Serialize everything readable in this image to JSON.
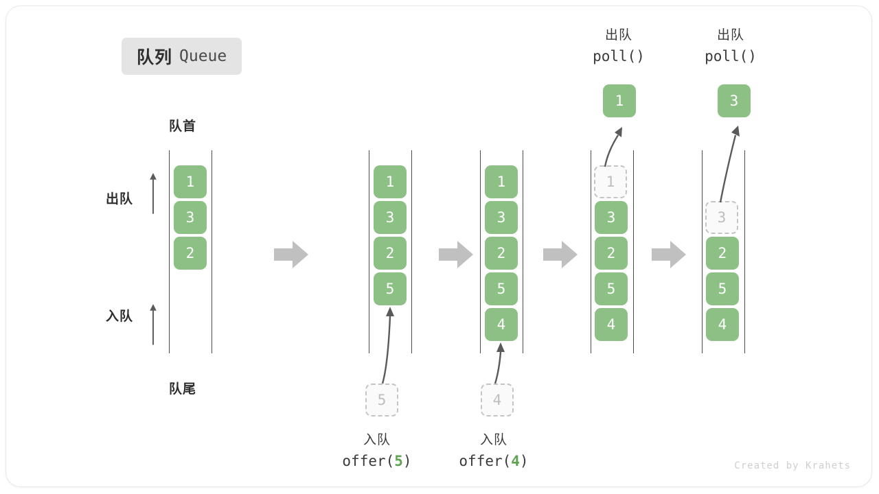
{
  "title": {
    "cn": "队列",
    "en": "Queue"
  },
  "labels": {
    "head": "队首",
    "tail": "队尾",
    "dequeue_side": "出队",
    "enqueue_side": "入队"
  },
  "watermark": "Created by Krahets",
  "colors": {
    "cell_fill": "#8cc084",
    "cell_text": "#ffffff",
    "ghost_fill": "#fafafa",
    "ghost_border": "#c4c4c4",
    "ghost_text": "#bdbdbd",
    "rail": "#4a4a4a",
    "block_arrow": "#c0c0c0",
    "motion_arrow": "#5a5a5a",
    "badge_bg": "#e4e4e4",
    "text_dark": "#2e2e2e",
    "accent_green": "#5fa351"
  },
  "operations": [
    {
      "id": "offer-5",
      "position": "bottom",
      "cn": "入队",
      "fn_prefix": "offer(",
      "fn_arg": "5",
      "fn_suffix": ")"
    },
    {
      "id": "offer-4",
      "position": "bottom",
      "cn": "入队",
      "fn_prefix": "offer(",
      "fn_arg": "4",
      "fn_suffix": ")"
    },
    {
      "id": "poll-1",
      "position": "top",
      "cn": "出队",
      "fn_prefix": "poll(",
      "fn_arg": "",
      "fn_suffix": ")"
    },
    {
      "id": "poll-3",
      "position": "top",
      "cn": "出队",
      "fn_prefix": "poll(",
      "fn_arg": "",
      "fn_suffix": ")"
    }
  ],
  "states": [
    {
      "id": "state-initial",
      "cells": [
        {
          "value": "1",
          "ghost": false
        },
        {
          "value": "3",
          "ghost": false
        },
        {
          "value": "2",
          "ghost": false
        }
      ],
      "floating": null,
      "pending": null
    },
    {
      "id": "state-after-offer-5",
      "cells": [
        {
          "value": "1",
          "ghost": false
        },
        {
          "value": "3",
          "ghost": false
        },
        {
          "value": "2",
          "ghost": false
        },
        {
          "value": "5",
          "ghost": false
        }
      ],
      "floating": null,
      "pending": {
        "value": "5",
        "ghost": true
      }
    },
    {
      "id": "state-after-offer-4",
      "cells": [
        {
          "value": "1",
          "ghost": false
        },
        {
          "value": "3",
          "ghost": false
        },
        {
          "value": "2",
          "ghost": false
        },
        {
          "value": "5",
          "ghost": false
        },
        {
          "value": "4",
          "ghost": false
        }
      ],
      "floating": null,
      "pending": {
        "value": "4",
        "ghost": true
      }
    },
    {
      "id": "state-after-poll-1",
      "cells": [
        {
          "value": "1",
          "ghost": true
        },
        {
          "value": "3",
          "ghost": false
        },
        {
          "value": "2",
          "ghost": false
        },
        {
          "value": "5",
          "ghost": false
        },
        {
          "value": "4",
          "ghost": false
        }
      ],
      "floating": {
        "value": "1",
        "ghost": false
      },
      "pending": null
    },
    {
      "id": "state-after-poll-3",
      "cells": [
        {
          "value": "",
          "ghost": null
        },
        {
          "value": "3",
          "ghost": true
        },
        {
          "value": "2",
          "ghost": false
        },
        {
          "value": "5",
          "ghost": false
        },
        {
          "value": "4",
          "ghost": false
        }
      ],
      "floating": {
        "value": "3",
        "ghost": false
      },
      "pending": null
    }
  ]
}
